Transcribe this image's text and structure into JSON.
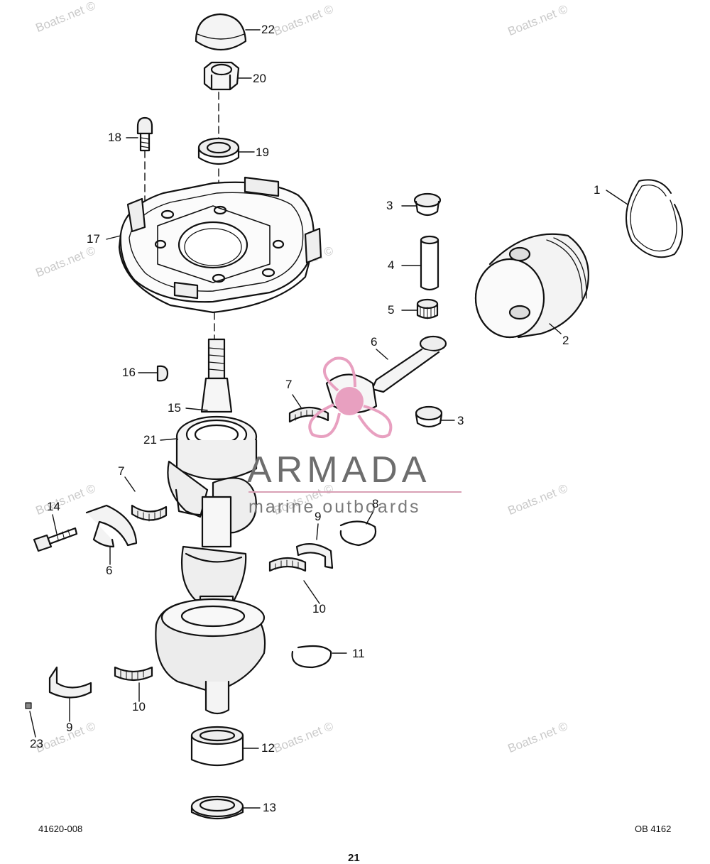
{
  "watermark_text": "Boats.net ©",
  "brand": {
    "name": "ARMADA",
    "tagline": "marine outboards",
    "accent": "#e8a0c0"
  },
  "labels": {
    "p1": "1",
    "p2": "2",
    "p3a": "3",
    "p3b": "3",
    "p4": "4",
    "p5": "5",
    "p6a": "6",
    "p6b": "6",
    "p7a": "7",
    "p7b": "7",
    "p8": "8",
    "p9a": "9",
    "p9b": "9",
    "p10a": "10",
    "p10b": "10",
    "p11": "11",
    "p12": "12",
    "p13": "13",
    "p14": "14",
    "p15": "15",
    "p16": "16",
    "p17": "17",
    "p18": "18",
    "p19": "19",
    "p20": "20",
    "p21": "21",
    "p22": "22",
    "p23": "23"
  },
  "footer": {
    "left_code": "41620-008",
    "right_code": "OB 4162",
    "page_number": "21"
  }
}
